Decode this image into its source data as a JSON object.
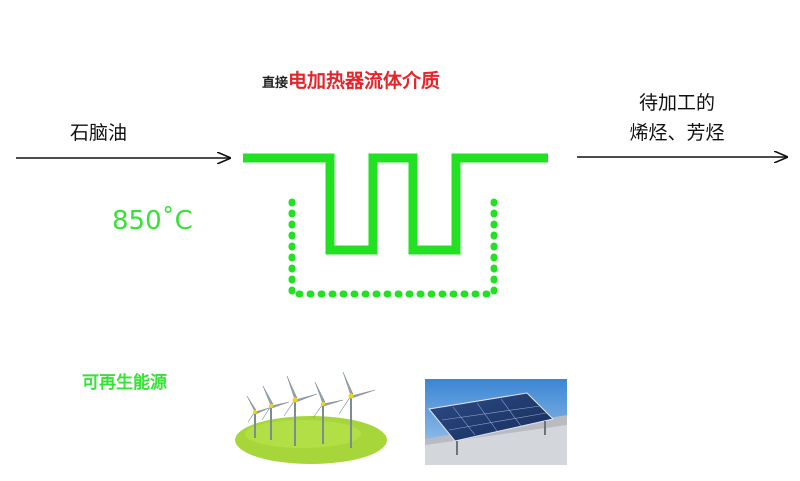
{
  "title": {
    "prefix": "直接",
    "main": "电加热器流体介质"
  },
  "input_label": "石脑油",
  "output_label": {
    "line1": "待加工的",
    "line2": "烯烃、芳烃"
  },
  "temperature": "850˚C",
  "renewable_label": "可再生能源",
  "colors": {
    "heater_green": "#22e022",
    "title_red": "#e5252a",
    "label_green": "#36e236"
  },
  "images": {
    "left": "wind-turbines-image",
    "right": "solar-panels-image"
  }
}
